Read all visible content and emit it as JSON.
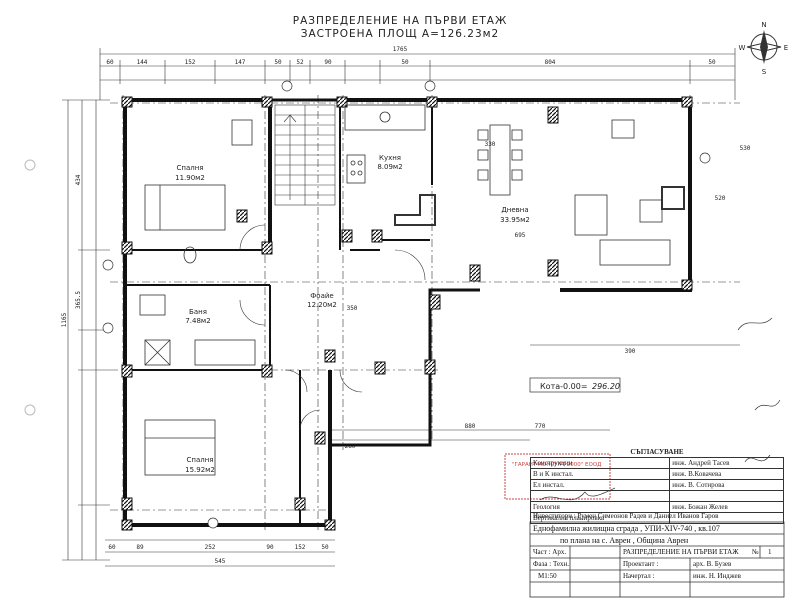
{
  "title": {
    "line1": "РАЗПРЕДЕЛЕНИЕ НА ПЪРВИ ЕТАЖ",
    "line2": "ЗАСТРОЕНА ПЛОЩ А=126.23м2"
  },
  "compass": {
    "n": "N",
    "s": "S",
    "e": "E",
    "w": "W"
  },
  "dimensions": {
    "overall_top": "1765",
    "top_left": [
      "60",
      "144",
      "152",
      "147",
      "50",
      "52",
      "90"
    ],
    "top_mid": "50",
    "top_right": [
      "804",
      "50"
    ],
    "left_total": "1165",
    "left_partial": [
      "434",
      "365.5"
    ],
    "bottom": [
      "60",
      "89",
      "252",
      "90",
      "152",
      "50"
    ],
    "bottom_total": "545",
    "misc": [
      "880",
      "770",
      "260",
      "390",
      "695",
      "330",
      "350",
      "520",
      "530"
    ]
  },
  "rooms": [
    {
      "name": "Спалня",
      "area": "11.90м2"
    },
    {
      "name": "Кухня",
      "area": "8.09м2"
    },
    {
      "name": "Дневна",
      "area": "33.95м2"
    },
    {
      "name": "Фоайе",
      "area": "12.20м2"
    },
    {
      "name": "Баня",
      "area": "7.48м2"
    },
    {
      "name": "Спалня",
      "area": "15.92м2"
    }
  ],
  "level_mark": {
    "label": "Кота-0.00=",
    "value": "296.20"
  },
  "stamp": {
    "heading": "СЪГЛАСУВАНЕ",
    "rows": [
      {
        "role": "Конструкции",
        "name": "инж. Андрей Тасев"
      },
      {
        "role": "В и К инстал.",
        "name": "инж. В.Ковачева"
      },
      {
        "role": "Ел инстал.",
        "name": "инж. В. Сотирова"
      },
      {
        "role": "",
        "name": ""
      },
      {
        "role": "Геология",
        "name": "инж. Божан Желев"
      },
      {
        "role": "Вертикална планировка",
        "name": ""
      }
    ]
  },
  "company_stamp": "\"ГАРАНТ КОНСУЛТ 2000\" ЕООД",
  "investor": "Инвеститори : Румен Симеонов Радев и Даниел Иванов Гаров",
  "project": {
    "line1": "Еднофамилна жилищна сграда , УПИ-XIV-740 , кв.107",
    "line2": "по плана на с. Аврен , Община Аврен"
  },
  "title_block": {
    "part_label": "Част : Арх.",
    "phase_label": "Фаза : Техн.",
    "scale_label": "М1:50",
    "drawing_title": "РАЗПРЕДЕЛЕНИЕ НА ПЪРВИ ЕТАЖ",
    "no_label": "№",
    "no_value": "1",
    "designer_label": "Проектант :",
    "designer": "арх. В. Бузев",
    "draftsman_label": "Начертал :",
    "draftsman": "инж. Н. Инджев"
  }
}
